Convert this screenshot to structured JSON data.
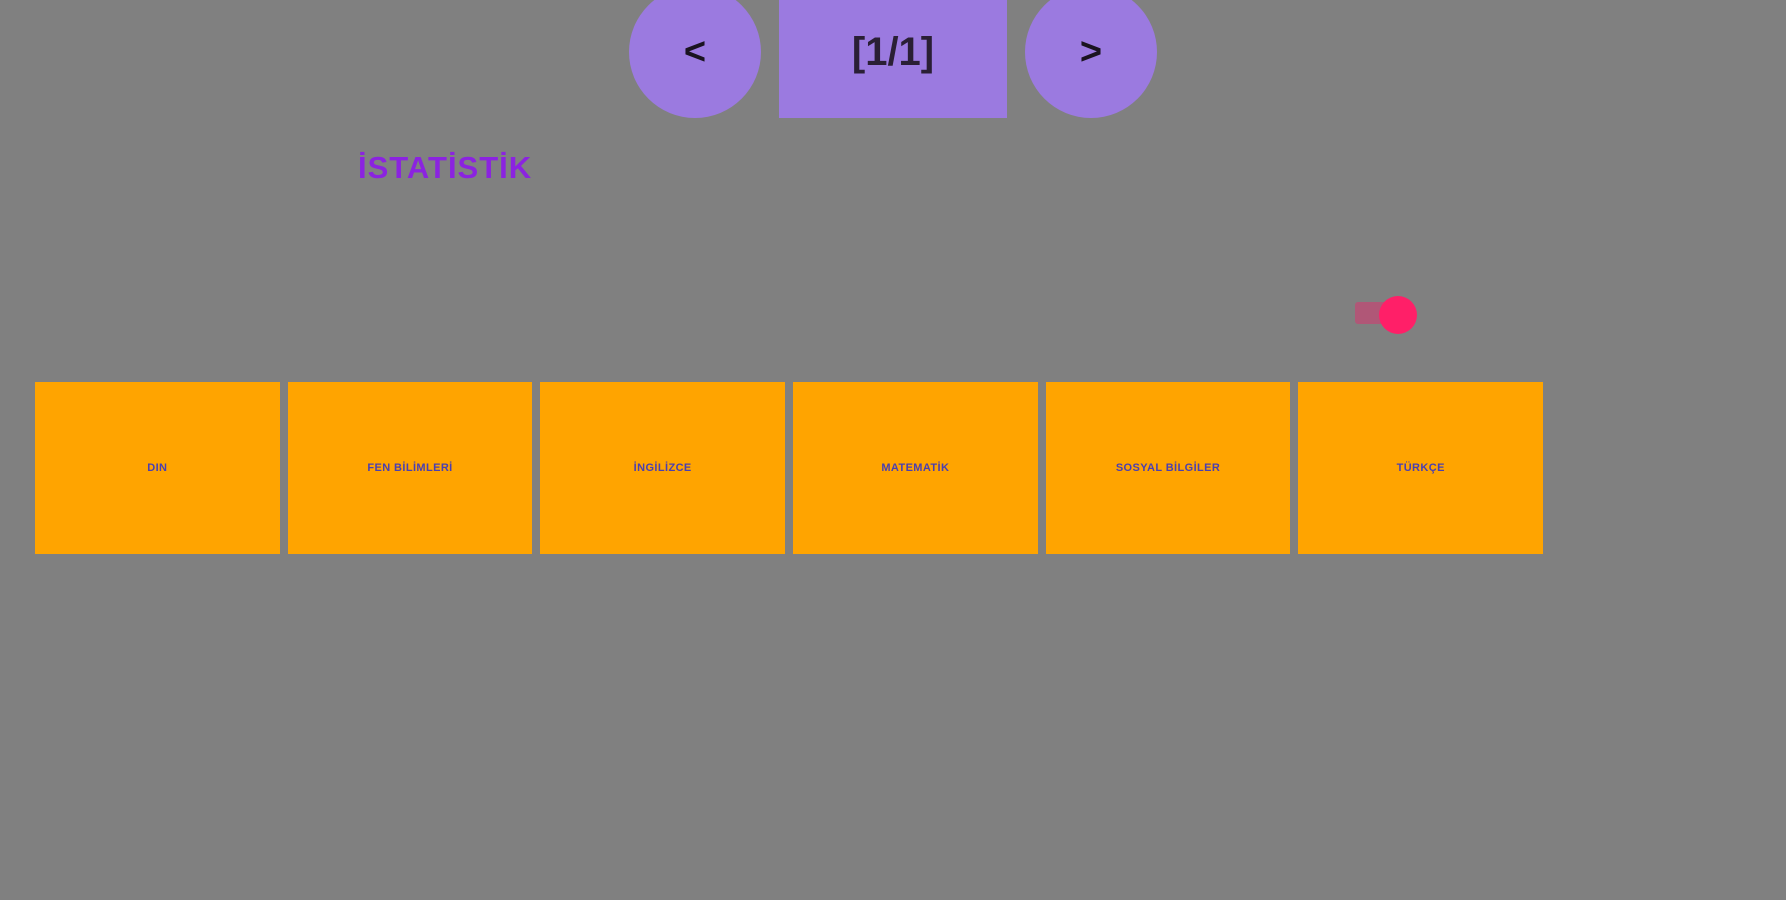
{
  "page": {
    "background_color": "#808080"
  },
  "pager": {
    "prev_label": "<",
    "page_indicator": "[1/1]",
    "next_label": ">",
    "button_color": "#9b7ae0"
  },
  "heading": {
    "title": "İSTATİSTİK",
    "color": "#8b23e0"
  },
  "marker": {
    "name": "pink-dot-marker",
    "color": "#ff1f68"
  },
  "chart_data": {
    "type": "bar",
    "title": "İSTATİSTİK",
    "xlabel": "",
    "ylabel": "",
    "categories": [
      "DIN",
      "FEN BİLİMLERİ",
      "İNGİLİZCE",
      "MATEMATİK",
      "SOSYAL BİLGİLER",
      "TÜRKÇE"
    ],
    "values": [
      1,
      1,
      1,
      1,
      1,
      1
    ],
    "ylim": [
      0,
      1
    ],
    "grid": false,
    "legend": "none",
    "bar_color": "#ffa400",
    "label_color": "#4a3fb0"
  }
}
